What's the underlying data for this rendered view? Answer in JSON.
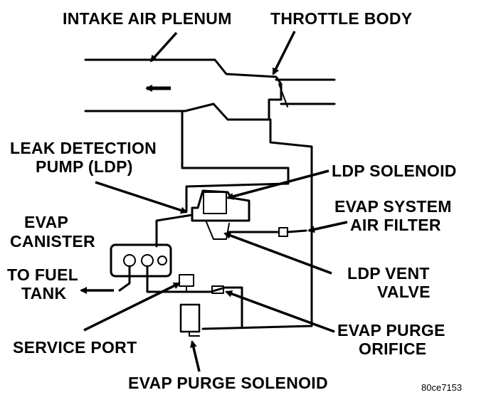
{
  "labels": {
    "intake_air_plenum": "INTAKE AIR PLENUM",
    "throttle_body": "THROTTLE BODY",
    "ldp_line1": "LEAK DETECTION",
    "ldp_line2": "PUMP (LDP)",
    "ldp_solenoid": "LDP SOLENOID",
    "evap_canister_line1": "EVAP",
    "evap_canister_line2": "CANISTER",
    "evap_air_filter_line1": "EVAP SYSTEM",
    "evap_air_filter_line2": "AIR FILTER",
    "to_fuel_tank_line1": "TO FUEL",
    "to_fuel_tank_line2": "TANK",
    "ldp_vent_valve_line1": "LDP VENT",
    "ldp_vent_valve_line2": "VALVE",
    "service_port": "SERVICE PORT",
    "evap_purge_orifice_line1": "EVAP PURGE",
    "evap_purge_orifice_line2": "ORIFICE",
    "evap_purge_solenoid": "EVAP PURGE SOLENOID",
    "figure_id": "80ce7153"
  },
  "colors": {
    "ink": "#000000",
    "paper": "#ffffff"
  }
}
